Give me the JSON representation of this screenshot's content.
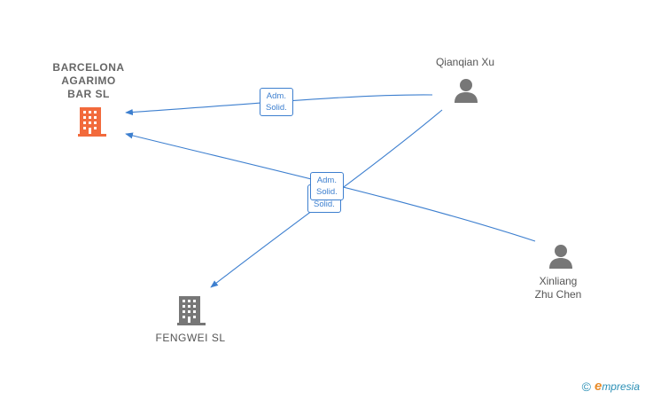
{
  "nodes": {
    "barcelona": {
      "label": "BARCELONA\nAGARIMO\nBAR  SL",
      "type": "company",
      "color": "#f26a3c"
    },
    "fengwei": {
      "label": "FENGWEI  SL",
      "type": "company",
      "color": "#777777"
    },
    "qianqian": {
      "label": "Qianqian Xu",
      "type": "person",
      "color": "#777777"
    },
    "xinliang": {
      "label": "Xinliang\nZhu Chen",
      "type": "person",
      "color": "#777777"
    }
  },
  "edges": [
    {
      "id": "qianqian-barcelona",
      "from": "qianqian",
      "to": "barcelona",
      "label": "Adm.\nSolid."
    },
    {
      "id": "xinliang-barcelona",
      "from": "xinliang",
      "to": "barcelona",
      "label": "Adm.\nSolid."
    },
    {
      "id": "qianqian-fengwei",
      "from": "qianqian",
      "to": "fengwei",
      "label": "Adm.\nSolid."
    }
  ],
  "colors": {
    "edge": "#3d7fcf",
    "accent": "#f26a3c",
    "node_gray": "#777777"
  },
  "footer": {
    "copyright_symbol": "©",
    "brand_initial": "e",
    "brand_rest": "mpresia"
  }
}
